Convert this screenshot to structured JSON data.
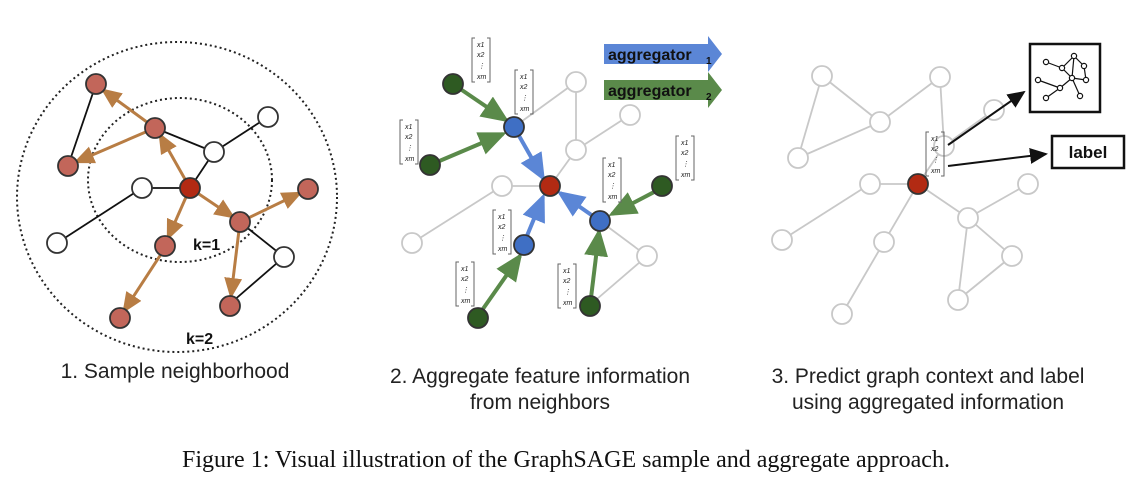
{
  "panel1": {
    "caption": "1. Sample neighborhood",
    "k1_label": "k=1",
    "k2_label": "k=2"
  },
  "panel2": {
    "caption_line1": "2. Aggregate feature information",
    "caption_line2": "from neighbors",
    "aggregator1_label": "aggregator",
    "aggregator1_sub": "1",
    "aggregator2_label": "aggregator",
    "aggregator2_sub": "2",
    "feature_vector": [
      "x1",
      "x2",
      "⋮",
      "xm"
    ]
  },
  "panel3": {
    "caption_line1": "3. Predict graph context and label",
    "caption_line2": "using aggregated information",
    "label_box": "label"
  },
  "figure_caption": "Figure 1: Visual illustration of the GraphSAGE sample and aggregate approach.",
  "colors": {
    "target_node": "#b22a13",
    "sampled_node": "#c2665a",
    "blue_node": "#3f6fc4",
    "green_node": "#2e5a22",
    "brown_edge": "#b87d44",
    "blue_edge": "#5b86d6",
    "green_edge": "#5a8a4a",
    "gray_edge": "#c8c8c8"
  }
}
